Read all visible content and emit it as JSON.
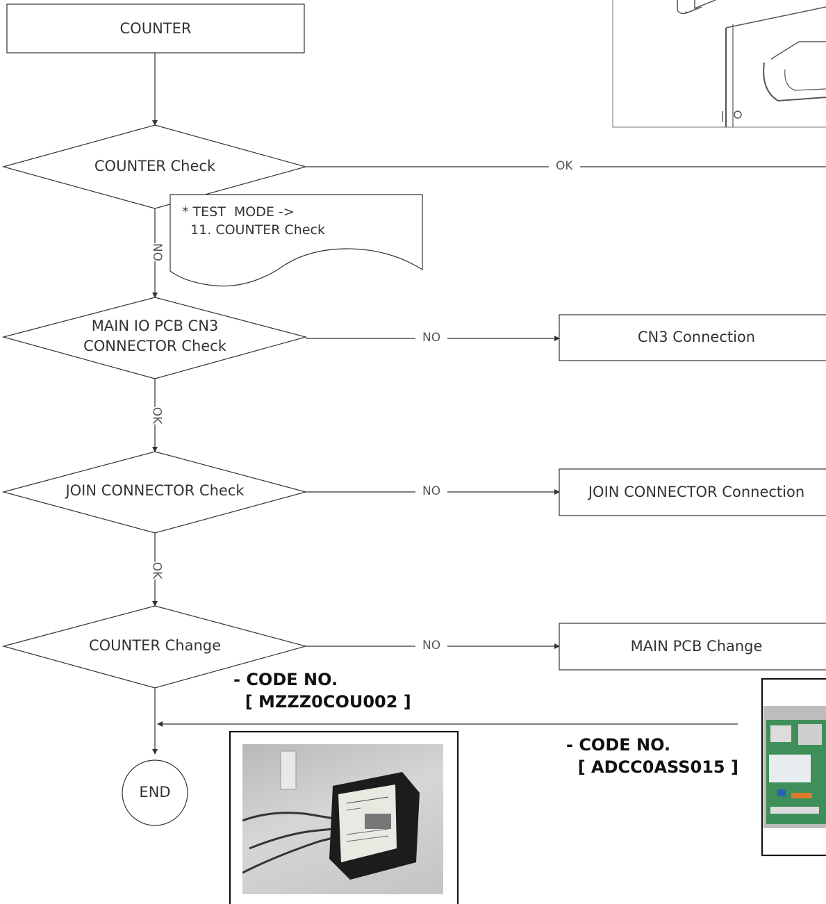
{
  "nodes": {
    "start": "COUNTER",
    "decision_counter_check": "COUNTER Check",
    "decision_cn3_line1": "MAIN IO PCB CN3",
    "decision_cn3_line2": "CONNECTOR Check",
    "decision_join": "JOIN CONNECTOR Check",
    "decision_change": "COUNTER Change",
    "end": "END"
  },
  "actions": {
    "cn3": "CN3 Connection",
    "join": "JOIN CONNECTOR Connection",
    "main_pcb": "MAIN PCB Change"
  },
  "edges": {
    "counter_check_ok": "OK",
    "counter_check_no": "NO",
    "cn3_no": "NO",
    "cn3_ok": "OK",
    "join_no": "NO",
    "join_ok": "OK",
    "change_no": "NO"
  },
  "note": {
    "line1": "* TEST  MODE ->",
    "line2": "  11. COUNTER Check"
  },
  "codes": {
    "counter_title": "- CODE NO.",
    "counter_code": "  [ MZZZ0COU002 ]",
    "pcb_title": "- CODE NO.",
    "pcb_code": "  [ ADCC0ASS015 ]"
  },
  "colors": {
    "line": "#333333",
    "photo_bg": "#c9c9c9"
  }
}
